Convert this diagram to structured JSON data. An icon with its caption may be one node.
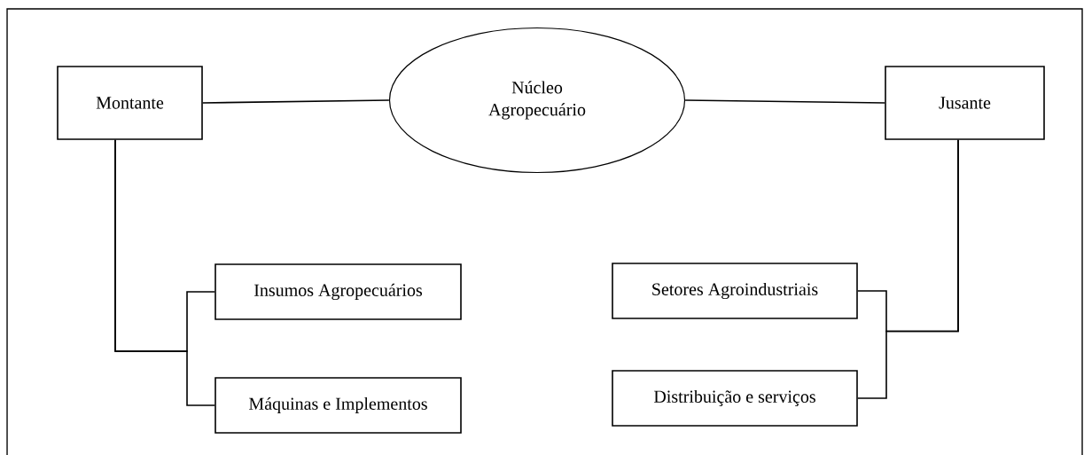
{
  "diagram": {
    "nodes": [
      {
        "text": [
          "Montante"
        ]
      },
      {
        "text": [
          "Núcleo Agropecuário"
        ]
      },
      {
        "text": [
          "Jusante"
        ]
      },
      {
        "text": [
          "Insumos Agropecuários"
        ]
      },
      {
        "text": [
          "Máquinas e Implementos"
        ]
      },
      {
        "text": [
          "Setores Agroindustriais"
        ]
      },
      {
        "text": [
          "Distribuição e serviços"
        ]
      }
    ],
    "edges": [
      {
        "from": 0,
        "to": 1,
        "arrow": "none"
      },
      {
        "from": 1,
        "to": 2,
        "arrow": "none"
      },
      {
        "from": 0,
        "to": 3,
        "arrow": "none"
      },
      {
        "from": 0,
        "to": 4,
        "arrow": "none"
      },
      {
        "from": 2,
        "to": 5,
        "arrow": "none"
      },
      {
        "from": 2,
        "to": 6,
        "arrow": "none"
      }
    ]
  }
}
